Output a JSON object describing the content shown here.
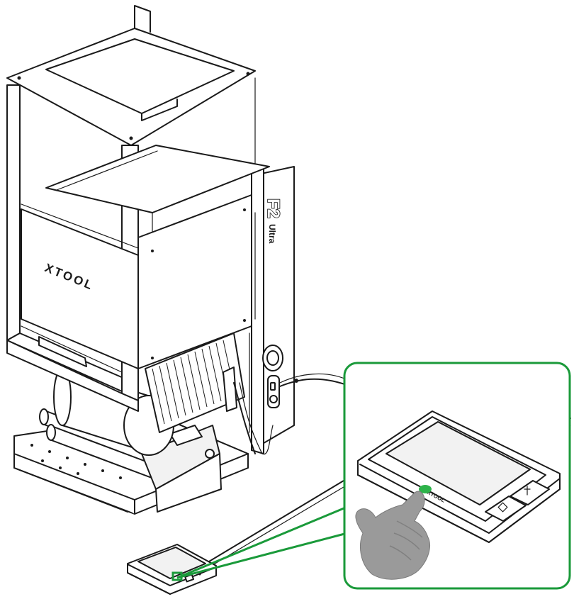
{
  "machine": {
    "brand_logo": "XTOOL",
    "model_logo": "F2",
    "model_logo_suffix": "Ultra"
  },
  "callout": {
    "highlight_color": "#1a9a3a",
    "touch_point_color": "#2db34a",
    "hand_color": "#9a9a9a",
    "icons": [
      "start-stop-button-icon",
      "frame-button-icon",
      "touchscreen-icon",
      "pointing-hand-icon"
    ]
  }
}
